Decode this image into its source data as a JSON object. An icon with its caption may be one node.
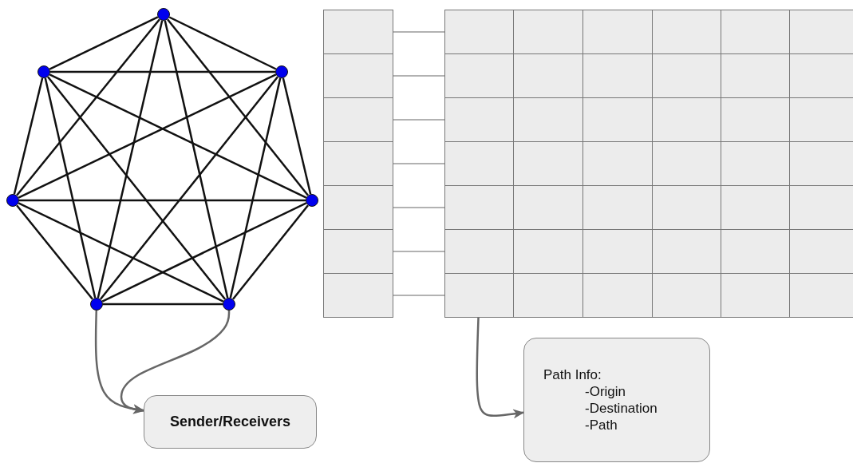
{
  "diagram": {
    "nodes": [
      {
        "text": [],
        "shape": "circle"
      },
      {
        "text": [],
        "shape": "circle"
      },
      {
        "text": [],
        "shape": "circle"
      },
      {
        "text": [],
        "shape": "circle"
      },
      {
        "text": [],
        "shape": "circle"
      },
      {
        "text": [],
        "shape": "circle"
      },
      {
        "text": [],
        "shape": "circle"
      },
      {
        "text": [],
        "shape": "box"
      },
      {
        "text": [],
        "shape": "box"
      },
      {
        "text": [],
        "shape": "box"
      },
      {
        "text": [],
        "shape": "box"
      },
      {
        "text": [],
        "shape": "box"
      },
      {
        "text": [],
        "shape": "box"
      },
      {
        "text": [],
        "shape": "box"
      },
      {
        "text": [],
        "shape": "box"
      },
      {
        "text": [],
        "shape": "box"
      },
      {
        "text": [],
        "shape": "box"
      },
      {
        "text": [],
        "shape": "box"
      },
      {
        "text": [],
        "shape": "box"
      },
      {
        "text": [],
        "shape": "box"
      },
      {
        "text": [],
        "shape": "box"
      },
      {
        "text": [],
        "shape": "box"
      },
      {
        "text": [],
        "shape": "box"
      },
      {
        "text": [],
        "shape": "box"
      },
      {
        "text": [],
        "shape": "box"
      },
      {
        "text": [],
        "shape": "box"
      },
      {
        "text": [],
        "shape": "box"
      },
      {
        "text": [],
        "shape": "box"
      },
      {
        "text": [],
        "shape": "box"
      },
      {
        "text": [],
        "shape": "box"
      },
      {
        "text": [],
        "shape": "box"
      },
      {
        "text": [],
        "shape": "box"
      },
      {
        "text": [],
        "shape": "box"
      },
      {
        "text": [],
        "shape": "box"
      },
      {
        "text": [],
        "shape": "box"
      },
      {
        "text": [],
        "shape": "box"
      },
      {
        "text": [],
        "shape": "box"
      },
      {
        "text": [],
        "shape": "box"
      },
      {
        "text": [],
        "shape": "box"
      },
      {
        "text": [],
        "shape": "box"
      },
      {
        "text": [],
        "shape": "box"
      },
      {
        "text": [],
        "shape": "box"
      },
      {
        "text": [],
        "shape": "box"
      },
      {
        "text": [],
        "shape": "box"
      },
      {
        "text": [],
        "shape": "box"
      },
      {
        "text": [],
        "shape": "box"
      },
      {
        "text": [],
        "shape": "box"
      },
      {
        "text": [],
        "shape": "box"
      },
      {
        "text": [],
        "shape": "box"
      },
      {
        "text": [],
        "shape": "box"
      },
      {
        "text": [],
        "shape": "box"
      },
      {
        "text": [],
        "shape": "box"
      },
      {
        "text": [],
        "shape": "box"
      },
      {
        "text": [],
        "shape": "box"
      },
      {
        "text": [],
        "shape": "box"
      },
      {
        "text": [],
        "shape": "box"
      },
      {
        "text": [
          "Sender/Receivers"
        ]
      },
      {
        "text": [
          "Path Info:",
          "-Origin",
          "-Destination",
          "-Path"
        ]
      }
    ],
    "edges": [
      {
        "from": 0,
        "to": 1,
        "arrow": "none"
      },
      {
        "from": 0,
        "to": 2,
        "arrow": "none"
      },
      {
        "from": 0,
        "to": 3,
        "arrow": "none"
      },
      {
        "from": 0,
        "to": 4,
        "arrow": "none"
      },
      {
        "from": 0,
        "to": 5,
        "arrow": "none"
      },
      {
        "from": 0,
        "to": 6,
        "arrow": "none"
      },
      {
        "from": 1,
        "to": 2,
        "arrow": "none"
      },
      {
        "from": 1,
        "to": 3,
        "arrow": "none"
      },
      {
        "from": 1,
        "to": 4,
        "arrow": "none"
      },
      {
        "from": 1,
        "to": 5,
        "arrow": "none"
      },
      {
        "from": 1,
        "to": 6,
        "arrow": "none"
      },
      {
        "from": 2,
        "to": 3,
        "arrow": "none"
      },
      {
        "from": 2,
        "to": 4,
        "arrow": "none"
      },
      {
        "from": 2,
        "to": 5,
        "arrow": "none"
      },
      {
        "from": 2,
        "to": 6,
        "arrow": "none"
      },
      {
        "from": 3,
        "to": 4,
        "arrow": "none"
      },
      {
        "from": 3,
        "to": 5,
        "arrow": "none"
      },
      {
        "from": 3,
        "to": 6,
        "arrow": "none"
      },
      {
        "from": 4,
        "to": 5,
        "arrow": "none"
      },
      {
        "from": 4,
        "to": 6,
        "arrow": "none"
      },
      {
        "from": 5,
        "to": 6,
        "arrow": "none"
      },
      {
        "from": 7,
        "to": 14,
        "arrow": "none",
        "color": "#666666"
      },
      {
        "from": 8,
        "to": 20,
        "arrow": "none",
        "color": "#666666"
      },
      {
        "from": 9,
        "to": 26,
        "arrow": "none",
        "color": "#666666"
      },
      {
        "from": 10,
        "to": 32,
        "arrow": "none",
        "color": "#666666"
      },
      {
        "from": 11,
        "to": 38,
        "arrow": "none",
        "color": "#666666"
      },
      {
        "from": 12,
        "to": 44,
        "arrow": "none",
        "color": "#666666"
      },
      {
        "from": 13,
        "to": 50,
        "arrow": "none",
        "color": "#666666"
      },
      {
        "from": 5,
        "to": 56,
        "arrow": "to",
        "color": "#666666"
      },
      {
        "from": 6,
        "to": 56,
        "arrow": "to",
        "color": "#666666"
      },
      {
        "from": 50,
        "to": 57,
        "arrow": "to",
        "color": "#666666"
      }
    ]
  }
}
